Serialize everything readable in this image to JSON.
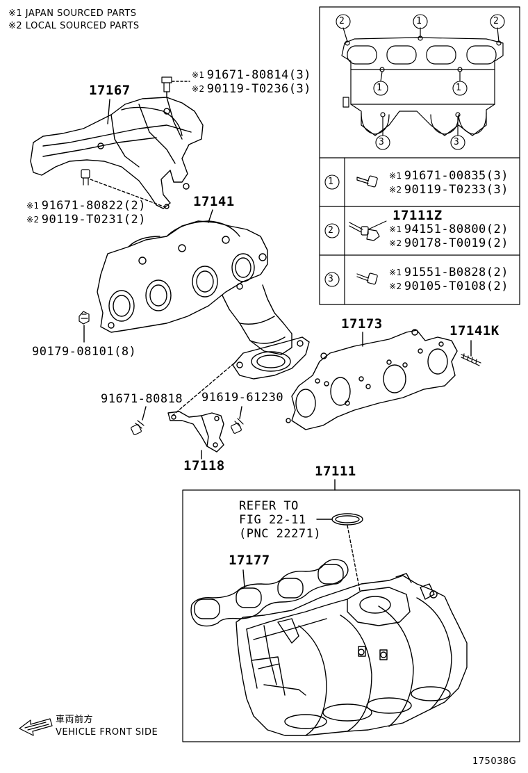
{
  "header": {
    "note1": "※1 JAPAN SOURCED PARTS",
    "note2": "※2 LOCAL SOURCED PARTS"
  },
  "parts": {
    "p17167": "17167",
    "bolt_top_1": "91671-80814(3)",
    "bolt_top_2": "90119-T0236(3)",
    "bolt_mid_1": "91671-80822(2)",
    "bolt_mid_2": "90119-T0231(2)",
    "p17141": "17141",
    "nut": "90179-08101(8)",
    "p17173": "17173",
    "p17141k": "17141K",
    "bolt_a": "91671-80818",
    "bolt_b": "91619-61230",
    "p17118": "17118",
    "p17111": "17111",
    "refer_1": "REFER TO",
    "refer_2": "FIG 22-11",
    "refer_3": "(PNC 22271)",
    "p17177": "17177"
  },
  "marks": {
    "m1": "※1",
    "m2": "※2"
  },
  "table": {
    "top_circles": [
      "2",
      "1",
      "2",
      "1",
      "1",
      "3",
      "3"
    ],
    "rows": [
      {
        "num": "1",
        "line1": "91671-00835(3)",
        "line2": "90119-T0233(3)"
      },
      {
        "num": "2",
        "head": "17111Z",
        "line1": "94151-80800(2)",
        "line2": "90178-T0019(2)"
      },
      {
        "num": "3",
        "line1": "91551-B0828(2)",
        "line2": "90105-T0108(2)"
      }
    ]
  },
  "footer": {
    "kanji": "車両前方",
    "vehicle": "VEHICLE FRONT SIDE",
    "code": "175038G"
  }
}
